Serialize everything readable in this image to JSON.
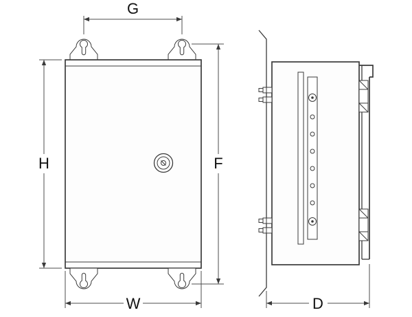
{
  "dimension_labels": {
    "g": "G",
    "h": "H",
    "f": "F",
    "w": "W",
    "d": "D"
  },
  "colors": {
    "line": "#3a3a3a",
    "dim_line": "#4d4d4d",
    "label": "#111111",
    "background": "#ffffff"
  }
}
